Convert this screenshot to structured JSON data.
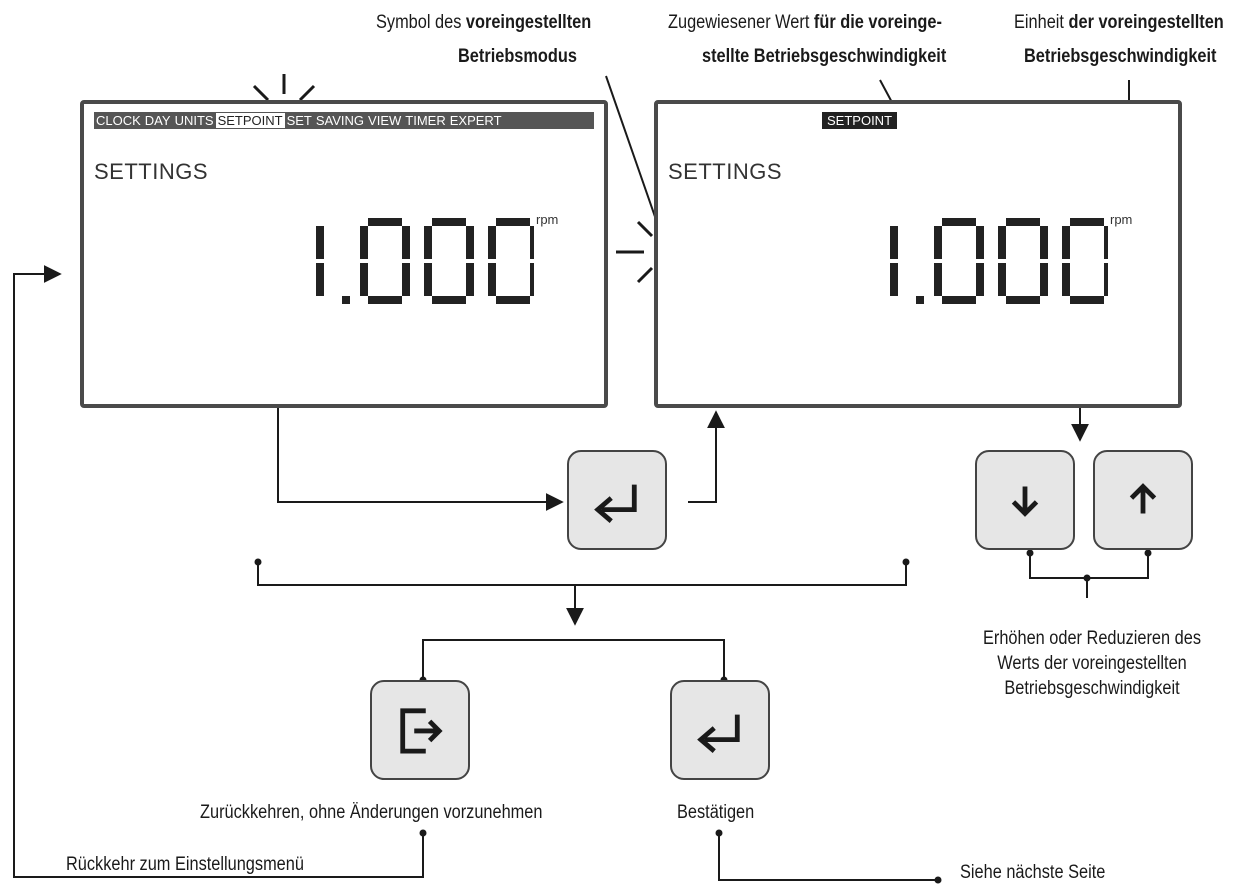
{
  "annotations": {
    "symbol_mode_pre": "Symbol des ",
    "symbol_mode_bold1": "voreingestellten",
    "symbol_mode_bold2": "Betriebsmodus",
    "assigned_value_pre": "Zugewiesener Wert ",
    "assigned_value_bold1": "für die voreinge-",
    "assigned_value_bold2": "stellte Betriebsgeschwindigkeit",
    "unit_pre": "Einheit ",
    "unit_bold1": "der voreingestellten",
    "unit_bold2": "Betriebsgeschwindigkeit"
  },
  "left_display": {
    "menu_items": [
      "CLOCK",
      "DAY",
      "UNITS",
      "SETPOINT",
      "SET",
      "SAVING",
      "VIEW",
      "TIMER",
      "EXPERT"
    ],
    "selected_item": "SETPOINT",
    "title": "SETTINGS",
    "value": "1.000",
    "unit": "rpm"
  },
  "right_display": {
    "badge": "SETPOINT",
    "title": "SETTINGS",
    "value": "1.000",
    "unit": "rpm"
  },
  "labels": {
    "increase_decrease_line1": "Erhöhen oder Reduzieren des",
    "increase_decrease_line2": "Werts der voreingestellten",
    "increase_decrease_line3": "Betriebsgeschwindigkeit",
    "return_without_changes": "Zurückkehren, ohne Änderungen vorzunehmen",
    "confirm": "Bestätigen",
    "return_to_settings_menu": "Rückkehr zum Einstellungsmenü",
    "see_next_page": "Siehe nächste Seite"
  },
  "buttons": {
    "enter_icon": "enter-icon",
    "down_icon": "arrow-down-icon",
    "up_icon": "arrow-up-icon",
    "exit_icon": "exit-icon"
  },
  "colors": {
    "line": "#1a1a1a",
    "panel_border": "#4a4a4a",
    "key_fill": "#e6e6e6",
    "menubar": "#555555"
  }
}
